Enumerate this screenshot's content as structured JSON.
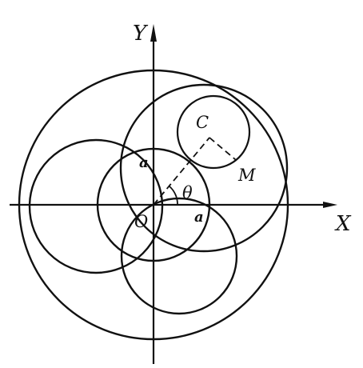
{
  "labels": {
    "y_axis": "Y",
    "x_axis": "X",
    "origin": "O",
    "center": "C",
    "point": "M",
    "radius_upper": "a",
    "radius_lower": "a",
    "angle": "θ"
  },
  "colors": {
    "ink": "#111111",
    "background": "#ffffff"
  }
}
